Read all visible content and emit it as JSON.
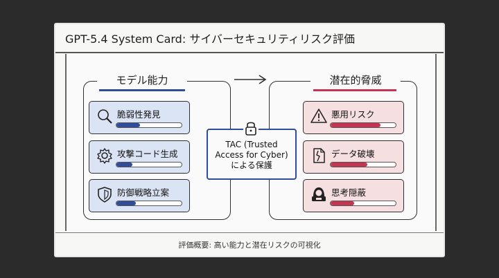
{
  "title": "GPT-5.4 System Card:  サイバーセキュリティリスク評価",
  "left_group": {
    "title": "モデル能力",
    "accent": "#2f4d99",
    "items": [
      {
        "label": "脆弱性発見",
        "icon": "magnifier-icon",
        "level": 0.36
      },
      {
        "label": "攻撃コード生成",
        "icon": "gear-icon",
        "level": 0.24
      },
      {
        "label": "防御戦略立案",
        "icon": "shield-icon",
        "level": 0.3
      }
    ]
  },
  "right_group": {
    "title": "潜在的脅威",
    "accent": "#c43552",
    "items": [
      {
        "label": "悪用リスク",
        "icon": "warning-icon",
        "level": 0.77
      },
      {
        "label": "データ破壊",
        "icon": "broken-file-icon",
        "level": 0.56
      },
      {
        "label": "思考隠蔽",
        "icon": "hacker-icon",
        "level": 0.36
      }
    ]
  },
  "tac": {
    "line1": "TAC (Trusted",
    "line2": "Access for Cyber)",
    "line3": "による保護",
    "icon": "lock-icon"
  },
  "footer": "評価概要: 高い能力と潜在リスクの可視化"
}
